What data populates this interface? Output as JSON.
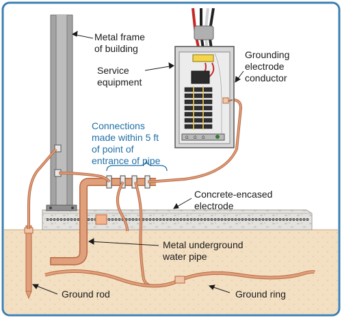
{
  "labels": {
    "metal_frame": "Metal frame\nof building",
    "service_equipment": "Service\nequipment",
    "grounding_conductor": "Grounding\nelectrode\nconductor",
    "connections": "Connections\nmade within 5 ft\nof point of\nentrance of pipe",
    "concrete_electrode": "Concrete-encased\nelectrode",
    "water_pipe": "Metal underground\nwater pipe",
    "ground_rod": "Ground rod",
    "ground_ring": "Ground ring"
  },
  "colors": {
    "frame_border": "#3b7fb0",
    "copper": "#e0a07c",
    "copper_dark": "#b86a43",
    "soil": "#f3dfc2",
    "concrete": "#e3e2de",
    "steel": "#9a9a9a",
    "panel": "#d7d7d7",
    "blue_text": "#1f6fa6"
  },
  "panel": {
    "terminal_labels": [
      "G",
      "G",
      "G"
    ]
  }
}
